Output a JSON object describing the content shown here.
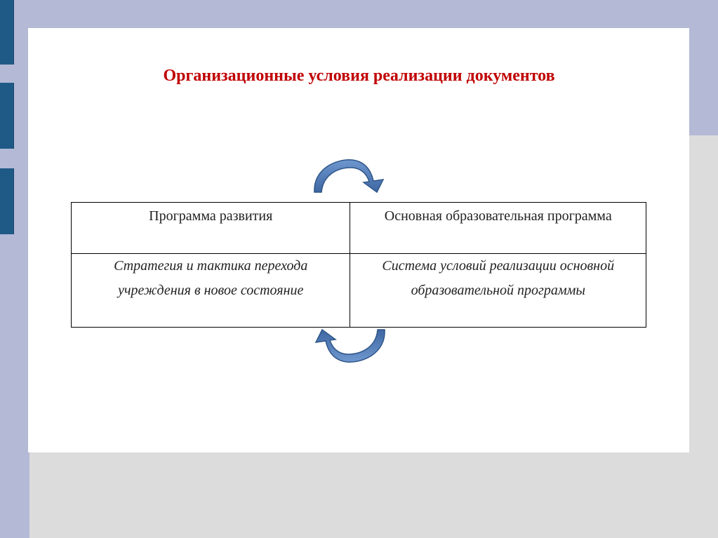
{
  "slide": {
    "title": "Организационные условия реализации документов"
  },
  "table": {
    "rows": [
      [
        "Программа развития",
        "Основная образовательная программа"
      ],
      [
        "Стратегия и тактика перехода учреждения в новое состояние",
        "Система условий реализации основной образовательной программы"
      ]
    ]
  },
  "colors": {
    "title": "#c00000",
    "arrow": "#4a75b0",
    "background": "#b4b9d6",
    "side_tab": "#1f5a86"
  },
  "icons": {
    "top_arrow": "curved-arrow-clockwise-icon",
    "bottom_arrow": "curved-arrow-counterclockwise-icon"
  }
}
